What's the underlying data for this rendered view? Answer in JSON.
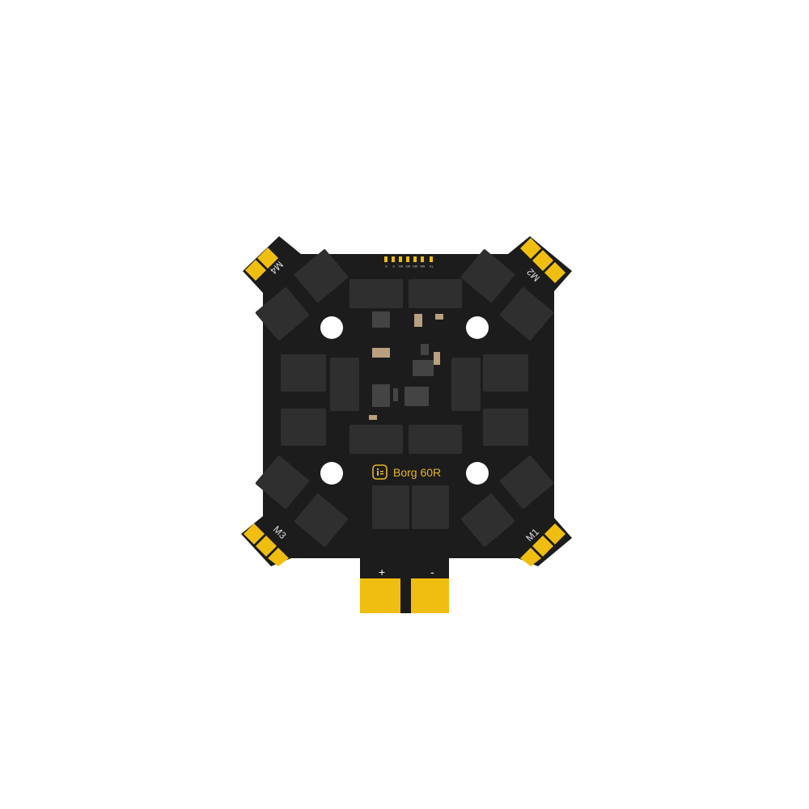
{
  "product": {
    "brand_logo": "i-logo-icon",
    "model_label": "Borg 60R",
    "motor_labels": [
      "M1",
      "M2",
      "M3",
      "M4"
    ],
    "pad_labels": [
      "G",
      "V",
      "M1",
      "M2",
      "M3",
      "M4",
      "TX"
    ],
    "power_labels": {
      "positive": "+",
      "negative": "-"
    }
  },
  "colors": {
    "board": "#1c1c1c",
    "pad": "#f0be10",
    "chip": "#2f2f2f",
    "silkscreen": "#e8b520"
  }
}
